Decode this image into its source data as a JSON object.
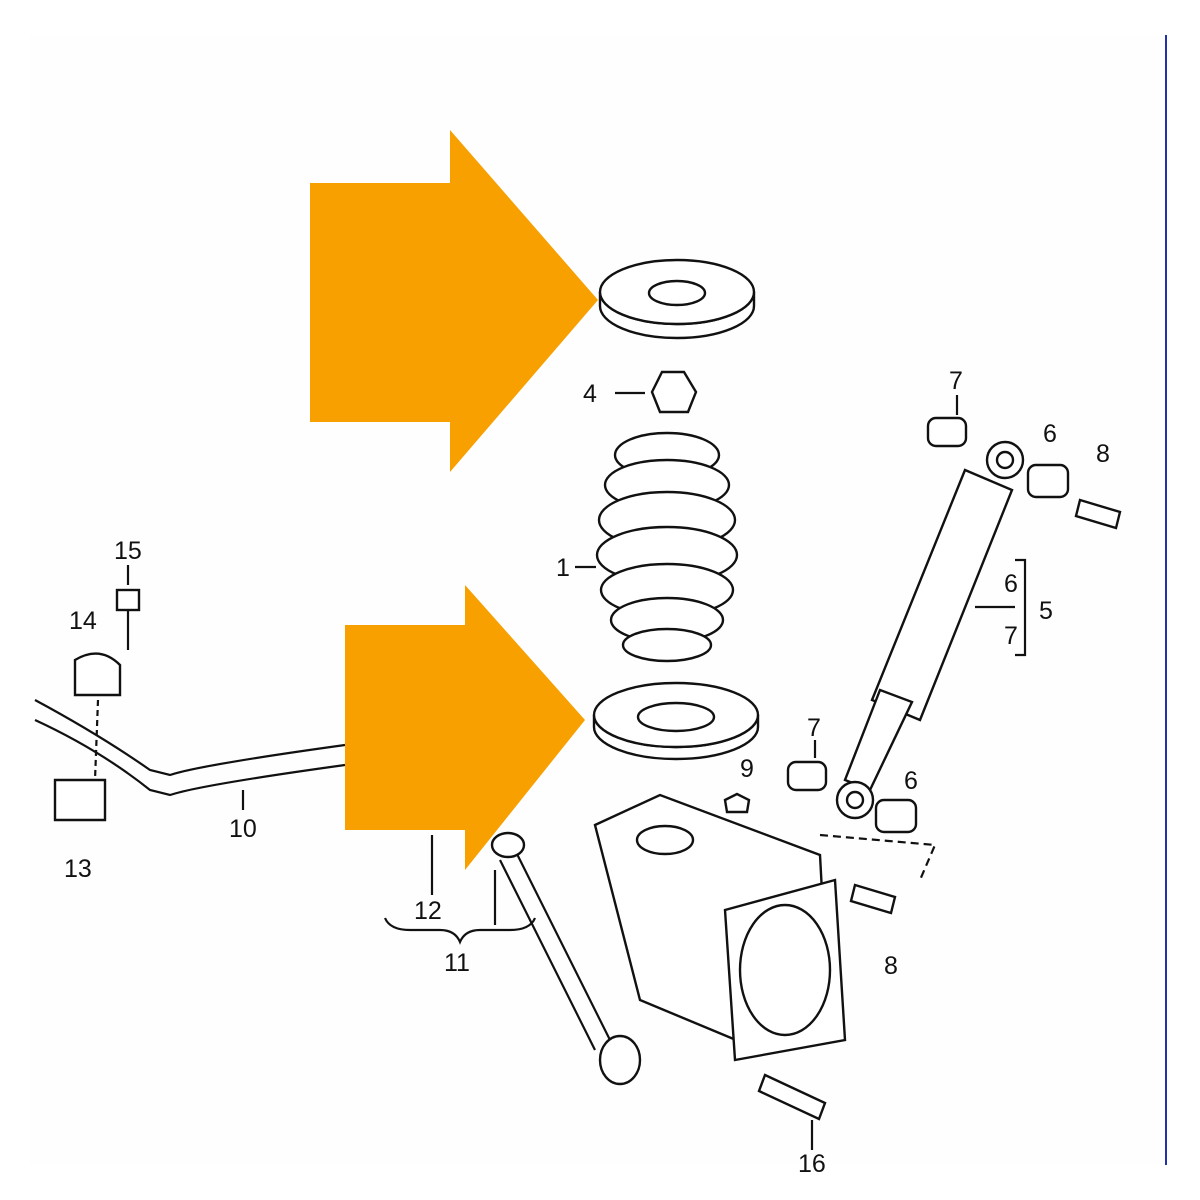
{
  "diagram": {
    "type": "exploded parts diagram - rear suspension",
    "arrow_color": "#F7A000",
    "border_line_color": "#2233AA",
    "labels": {
      "spring": "1",
      "bump_stop": "4",
      "shock_absorber_group": "5",
      "bush_upper": "6",
      "sleeve_upper": "7",
      "bolt_upper": "8",
      "group_6": "6",
      "group_7": "7",
      "sleeve_lower": "7",
      "nut": "9",
      "bush_lower": "6",
      "bolt_lower": "8",
      "stud_bolt": "15",
      "clamp": "14",
      "rubber_bush": "13",
      "stabilizer_bar": "10",
      "link_part": "12",
      "link_group": "11",
      "bolt_bottom": "16"
    }
  }
}
